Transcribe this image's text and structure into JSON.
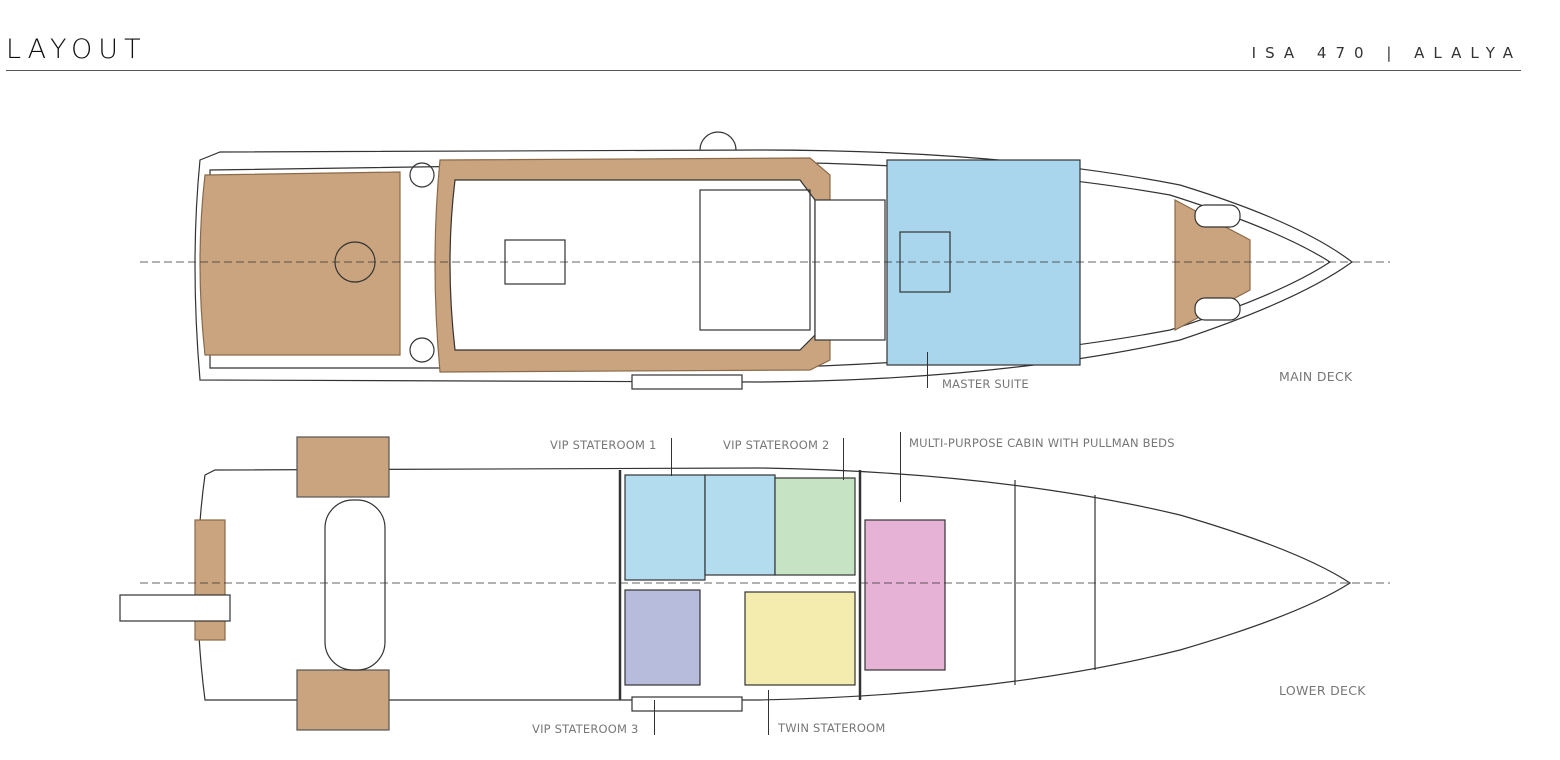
{
  "header": {
    "title": "LAYOUT",
    "subtitle": "ISA 470 | ALALYA"
  },
  "main_deck": {
    "label": "MAIN DECK",
    "rooms": [
      {
        "name": "MASTER SUITE",
        "color": "#a9d6ec"
      }
    ]
  },
  "lower_deck": {
    "label": "LOWER DECK",
    "rooms": [
      {
        "name": "VIP STATEROOM 1",
        "color": "#b3dcef"
      },
      {
        "name": "VIP STATEROOM 2",
        "color": "#c6e4c4"
      },
      {
        "name": "MULTI-PURPOSE CABIN WITH PULLMAN BEDS",
        "color": "#e6b3d6"
      },
      {
        "name": "VIP STATEROOM 3",
        "color": "#b7bbdc"
      },
      {
        "name": "TWIN STATEROOM",
        "color": "#f4ecae"
      }
    ]
  },
  "colors": {
    "teak": "#c9a47f",
    "line": "#333333"
  }
}
